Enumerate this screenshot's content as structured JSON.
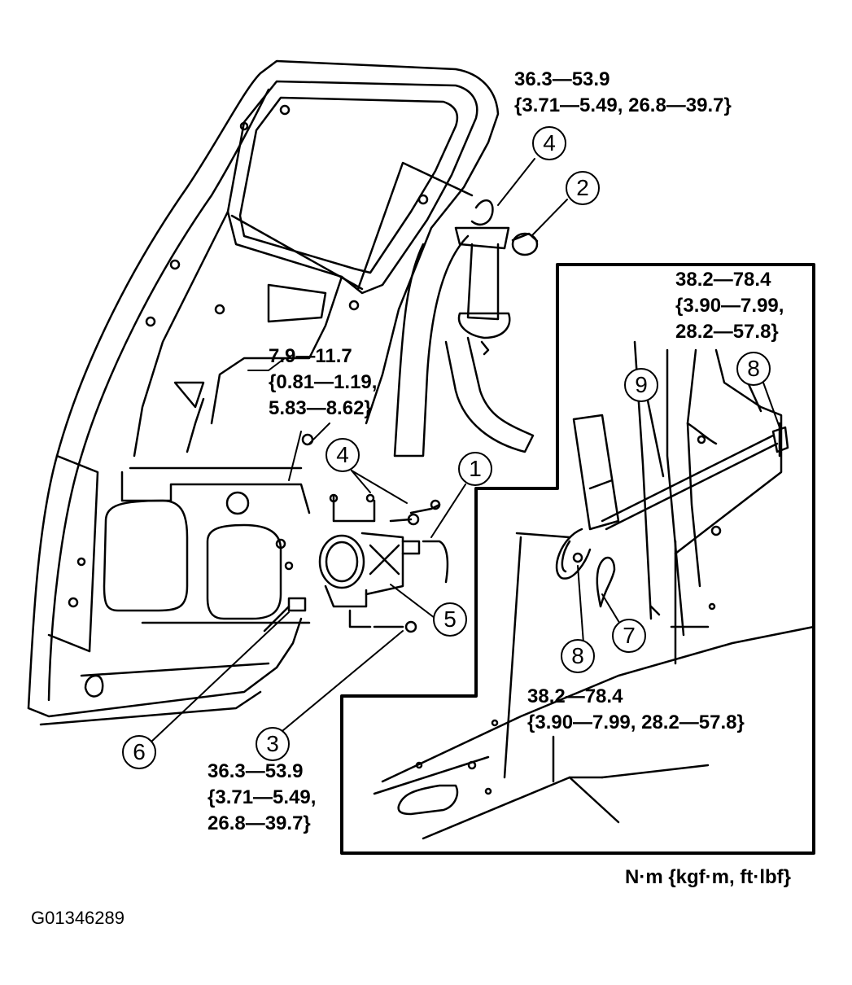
{
  "torque_labels": {
    "top": {
      "line1": "36.3—53.9",
      "line2": "{3.71—5.49, 26.8—39.7}"
    },
    "middle": {
      "line1": "7.9—11.7",
      "line2": "{0.81—1.19,",
      "line3": "5.83—8.62}"
    },
    "bottom_left": {
      "line1": "36.3—53.9",
      "line2": "{3.71—5.49,",
      "line3": "26.8—39.7}"
    },
    "inset_top": {
      "line1": "38.2—78.4",
      "line2": "{3.90—7.99,",
      "line3": "28.2—57.8}"
    },
    "inset_bottom": {
      "line1": "38.2—78.4",
      "line2": "{3.90—7.99, 28.2—57.8}"
    }
  },
  "callouts": {
    "c1": "1",
    "c2": "2",
    "c3": "3",
    "c4_top": "4",
    "c4_mid": "4",
    "c5": "5",
    "c6": "6",
    "c7": "7",
    "c8_top": "8",
    "c8_bottom": "8",
    "c9": "9"
  },
  "units": "N·m {kgf·m, ft·lbf}",
  "figure_id": "G01346289"
}
